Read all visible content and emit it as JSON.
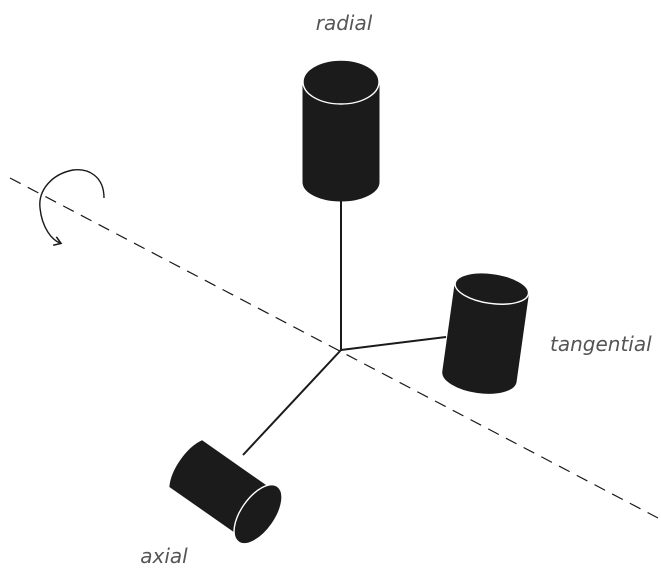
{
  "labels": {
    "radial": "radial",
    "tangential": "tangential",
    "axial": "axial"
  },
  "colors": {
    "background": "#ffffff",
    "cylinder_fill": "#1b1b1b",
    "label_text": "#555555",
    "line": "#1a1a1a"
  },
  "icons": {
    "rotation": "rotation-arrow-icon"
  }
}
